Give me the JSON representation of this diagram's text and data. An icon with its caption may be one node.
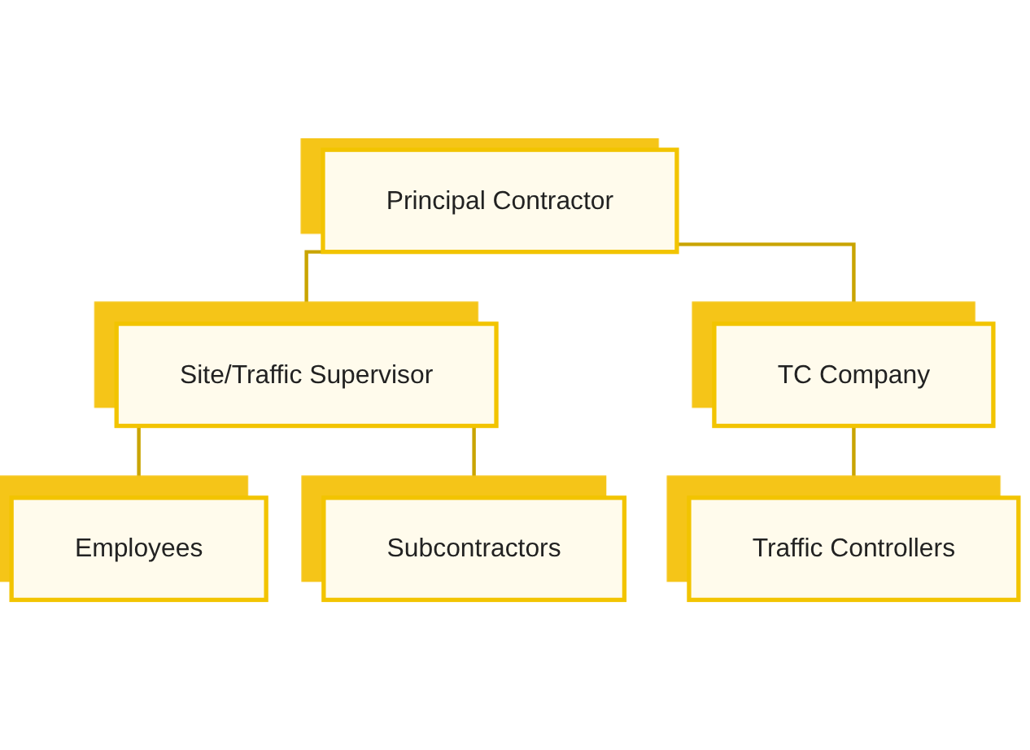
{
  "diagram": {
    "nodes": [
      {
        "text": [
          "Principal Contractor"
        ]
      },
      {
        "text": [
          "Site/Traffic Supervisor"
        ]
      },
      {
        "text": [
          "TC Company"
        ]
      },
      {
        "text": [
          "Employees"
        ]
      },
      {
        "text": [
          "Subcontractors"
        ]
      },
      {
        "text": [
          "Traffic Controllers"
        ]
      }
    ],
    "edges": [
      {
        "from": 0,
        "to": 1,
        "arrow": "none"
      },
      {
        "from": 0,
        "to": 2,
        "arrow": "none"
      },
      {
        "from": 1,
        "to": 3,
        "arrow": "none"
      },
      {
        "from": 1,
        "to": 4,
        "arrow": "none"
      },
      {
        "from": 2,
        "to": 5,
        "arrow": "none"
      }
    ]
  }
}
